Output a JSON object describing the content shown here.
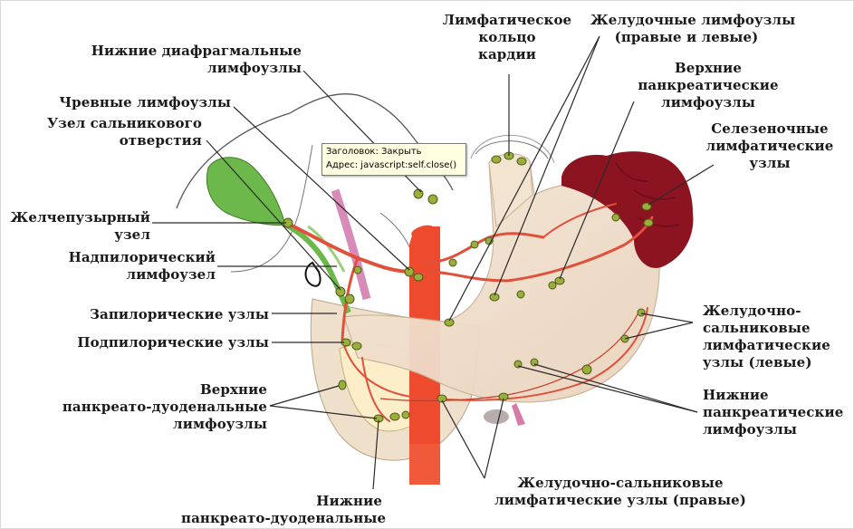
{
  "labels": {
    "lower_diaphragmatic": "Нижние диафрагмальные\nлимфоузлы",
    "celiac": "Чревные лимфоузлы",
    "omental_foramen": "Узел сальникового\nотверстия",
    "gallbladder": "Желчепузырный\nузел",
    "suprapyloric": "Надпилорический\nлимфоузел",
    "retropyloric": "Запилорические узлы",
    "subpyloric": "Подпилорические узлы",
    "upper_pancreaticoduodenal": "Верхние\nпанкреато-дуоденальные\nлимфоузлы",
    "lower_pancreaticoduodenal": "Нижние\nпанкреато-дуоденальные",
    "cardia_ring": "Лимфатическое\nкольцо\nкардии",
    "gastric": "Желудочные лимфоузлы\n(правые и левые)",
    "upper_pancreatic": "Верхние\nпанкреатические\nлимфоузлы",
    "splenic": "Селезеночные\nлимфатические\nузлы",
    "gastroomental_left": "Желудочно-\nсальниковые\nлимфатические\nузлы (левые)",
    "lower_pancreatic": "Нижние\nпанкреатические\nлимфоузлы",
    "gastroomental_right": "Желудочно-сальниковые\nлимфатические узлы (правые)"
  },
  "tooltip": {
    "title": "Заголовок: Закрыть",
    "address": "Адрес: javascript:self.close()"
  },
  "colors": {
    "stomach": "#f2e2cf",
    "artery": "#e0503a",
    "aorta": "#ee4a2e",
    "spleen": "#8c1420",
    "gallbladder": "#6cb84a",
    "node": "#9aae3c",
    "leader": "#2a2a2a"
  }
}
